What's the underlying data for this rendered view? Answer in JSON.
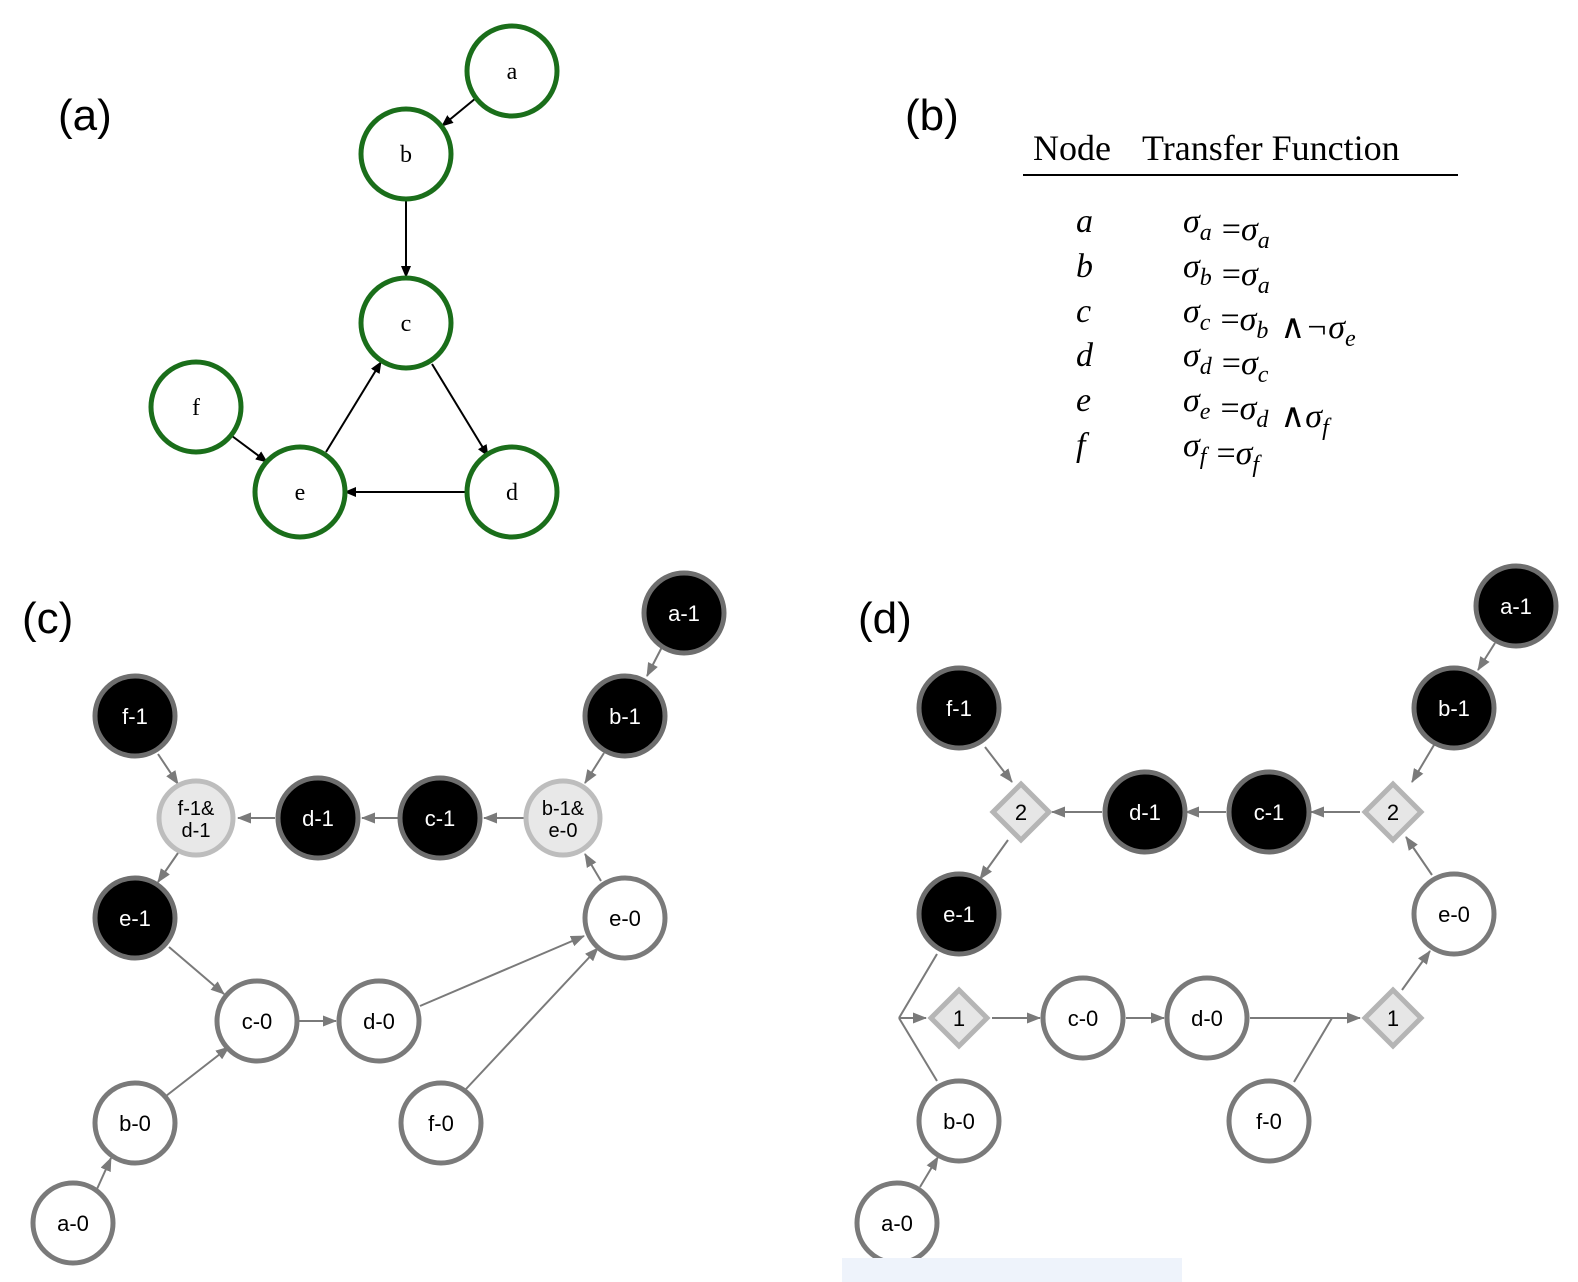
{
  "panels": {
    "a": {
      "label": "(a)"
    },
    "b": {
      "label": "(b)"
    },
    "c": {
      "label": "(c)"
    },
    "d": {
      "label": "(d)"
    }
  },
  "graph_a": {
    "nodes": [
      {
        "id": "a",
        "label": "a"
      },
      {
        "id": "b",
        "label": "b"
      },
      {
        "id": "c",
        "label": "c"
      },
      {
        "id": "d",
        "label": "d"
      },
      {
        "id": "e",
        "label": "e"
      },
      {
        "id": "f",
        "label": "f"
      }
    ],
    "edges": [
      [
        "a",
        "b"
      ],
      [
        "b",
        "c"
      ],
      [
        "c",
        "d"
      ],
      [
        "d",
        "e"
      ],
      [
        "e",
        "c"
      ],
      [
        "f",
        "e"
      ]
    ],
    "colors": {
      "node_stroke": "#1a6e1a",
      "edge": "#000000"
    }
  },
  "table_b": {
    "headers": [
      "Node",
      "Transfer Function"
    ],
    "rows": [
      {
        "node": "a",
        "lhs": "σ",
        "lhs_sub": "a",
        "rhs": [
          [
            "σ",
            "a"
          ]
        ],
        "ops": []
      },
      {
        "node": "b",
        "lhs": "σ",
        "lhs_sub": "b",
        "rhs": [
          [
            "σ",
            "a"
          ]
        ],
        "ops": []
      },
      {
        "node": "c",
        "lhs": "σ",
        "lhs_sub": "c",
        "rhs": [
          [
            "σ",
            "b"
          ],
          [
            "¬σ",
            "e"
          ]
        ],
        "ops": [
          "∧"
        ]
      },
      {
        "node": "d",
        "lhs": "σ",
        "lhs_sub": "d",
        "rhs": [
          [
            "σ",
            "c"
          ]
        ],
        "ops": []
      },
      {
        "node": "e",
        "lhs": "σ",
        "lhs_sub": "e",
        "rhs": [
          [
            "σ",
            "d"
          ],
          [
            "σ",
            "f"
          ]
        ],
        "ops": [
          "∧"
        ]
      },
      {
        "node": "f",
        "lhs": "σ",
        "lhs_sub": "f",
        "rhs": [
          [
            "σ",
            "f"
          ]
        ],
        "ops": []
      }
    ]
  },
  "graph_c": {
    "nodes": [
      {
        "id": "a1",
        "label": "a-1",
        "style": "black"
      },
      {
        "id": "b1",
        "label": "b-1",
        "style": "black"
      },
      {
        "id": "f1",
        "label": "f-1",
        "style": "black"
      },
      {
        "id": "and1",
        "label": "f-1&\nd-1",
        "style": "and"
      },
      {
        "id": "d1",
        "label": "d-1",
        "style": "black"
      },
      {
        "id": "c1",
        "label": "c-1",
        "style": "black"
      },
      {
        "id": "and2",
        "label": "b-1&\ne-0",
        "style": "and"
      },
      {
        "id": "e1",
        "label": "e-1",
        "style": "black"
      },
      {
        "id": "e0",
        "label": "e-0",
        "style": "white"
      },
      {
        "id": "c0",
        "label": "c-0",
        "style": "white"
      },
      {
        "id": "d0",
        "label": "d-0",
        "style": "white"
      },
      {
        "id": "b0",
        "label": "b-0",
        "style": "white"
      },
      {
        "id": "f0",
        "label": "f-0",
        "style": "white"
      },
      {
        "id": "a0",
        "label": "a-0",
        "style": "white"
      }
    ]
  },
  "graph_d": {
    "nodes": [
      {
        "id": "a1",
        "label": "a-1",
        "style": "black"
      },
      {
        "id": "b1",
        "label": "b-1",
        "style": "black"
      },
      {
        "id": "f1",
        "label": "f-1",
        "style": "black"
      },
      {
        "id": "dia2L",
        "label": "2",
        "style": "diamond"
      },
      {
        "id": "d1",
        "label": "d-1",
        "style": "black"
      },
      {
        "id": "c1",
        "label": "c-1",
        "style": "black"
      },
      {
        "id": "dia2R",
        "label": "2",
        "style": "diamond"
      },
      {
        "id": "e1",
        "label": "e-1",
        "style": "black"
      },
      {
        "id": "e0",
        "label": "e-0",
        "style": "white"
      },
      {
        "id": "dia1L",
        "label": "1",
        "style": "diamond"
      },
      {
        "id": "c0",
        "label": "c-0",
        "style": "white"
      },
      {
        "id": "d0",
        "label": "d-0",
        "style": "white"
      },
      {
        "id": "dia1R",
        "label": "1",
        "style": "diamond"
      },
      {
        "id": "b0",
        "label": "b-0",
        "style": "white"
      },
      {
        "id": "f0",
        "label": "f-0",
        "style": "white"
      },
      {
        "id": "a0",
        "label": "a-0",
        "style": "white"
      }
    ]
  }
}
